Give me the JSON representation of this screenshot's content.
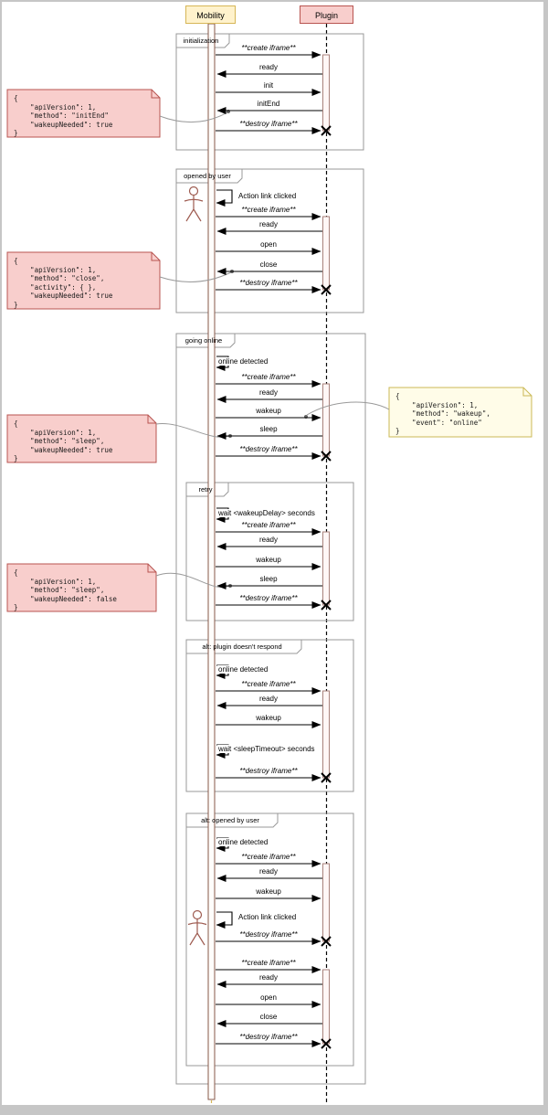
{
  "diagram": {
    "participants": [
      "Mobility",
      "Plugin"
    ],
    "frames": [
      {
        "label": "initialization",
        "messages": [
          "**create iframe**",
          "ready",
          "init",
          "initEnd",
          "**destroy iframe**"
        ]
      },
      {
        "label": "opened by user",
        "self_messages": [
          "Action link clicked"
        ],
        "messages": [
          "**create iframe**",
          "ready",
          "open",
          "close",
          "**destroy iframe**"
        ]
      },
      {
        "label": "going online",
        "self_messages": [
          "online detected"
        ],
        "messages": [
          "**create iframe**",
          "ready",
          "wakeup",
          "sleep",
          "**destroy iframe**"
        ]
      },
      {
        "label": "retry",
        "self_messages": [
          "wait <wakeupDelay> seconds"
        ],
        "messages": [
          "**create iframe**",
          "ready",
          "wakeup",
          "sleep",
          "**destroy iframe**"
        ]
      },
      {
        "label": "alt: plugin doesn't respond",
        "self_messages": [
          "online detected",
          "wait <sleepTimeout> seconds"
        ],
        "messages": [
          "**create iframe**",
          "ready",
          "wakeup",
          "**destroy iframe**"
        ]
      },
      {
        "label": "alt: opened by user",
        "self_messages": [
          "online detected",
          "Action link clicked"
        ],
        "messages": [
          "**create iframe**",
          "ready",
          "wakeup",
          "**destroy iframe**",
          "**create iframe**",
          "ready",
          "open",
          "close",
          "**destroy iframe**"
        ]
      }
    ],
    "notes": [
      {
        "style": "pink",
        "text": "{\n    \"apiVersion\": 1,\n    \"method\": \"initEnd\"\n    \"wakeupNeeded\": true\n}"
      },
      {
        "style": "pink",
        "text": "{\n    \"apiVersion\": 1,\n    \"method\": \"close\",\n    \"activity\": { },\n    \"wakeupNeeded\": true\n}"
      },
      {
        "style": "yellow",
        "text": "{\n    \"apiVersion\": 1,\n    \"method\": \"wakeup\",\n    \"event\": \"online\"\n}"
      },
      {
        "style": "pink",
        "text": "{\n    \"apiVersion\": 1,\n    \"method\": \"sleep\",\n    \"wakeupNeeded\": true\n}"
      },
      {
        "style": "pink",
        "text": "{\n    \"apiVersion\": 1,\n    \"method\": \"sleep\",\n    \"wakeupNeeded\": false\n}"
      }
    ],
    "colors": {
      "participant_yellow_fill": "#fff2cc",
      "participant_yellow_border": "#d6b656",
      "participant_pink_fill": "#f8cecc",
      "participant_pink_border": "#b85450",
      "note_pink_fill": "#f8cecc",
      "note_pink_border": "#b85450",
      "note_yellow_fill": "#fffce8",
      "note_yellow_border": "#cbb956",
      "frame_border": "#999999",
      "lifeline_color": "#000000",
      "activation_border": "#87594a"
    }
  }
}
